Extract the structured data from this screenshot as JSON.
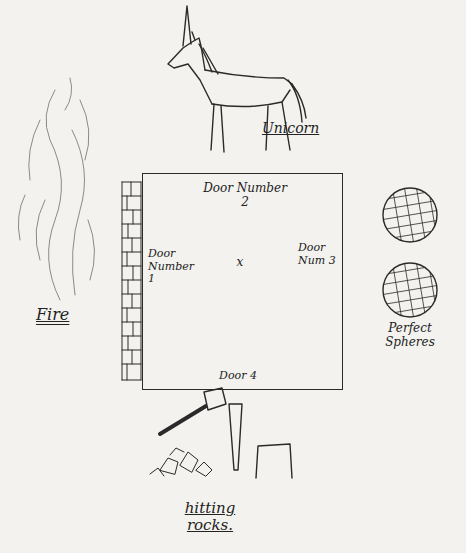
{
  "diagram": {
    "nodes": [
      {
        "text": [
          "Door Number 2",
          "Door Number 1",
          "x",
          "Door Num 3",
          "Door 4"
        ]
      }
    ],
    "labels": [
      "Unicorn",
      "Fire",
      "Perfect Spheres",
      "hitting rocks."
    ]
  }
}
